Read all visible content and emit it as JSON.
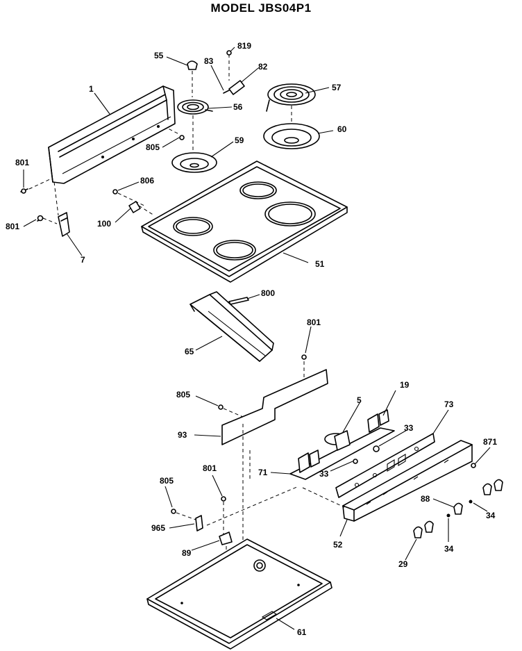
{
  "title": "MODEL JBS04P1",
  "labels": {
    "l1": "1",
    "l55": "55",
    "l83": "83",
    "l819": "819",
    "l82": "82",
    "l57": "57",
    "l56": "56",
    "l60": "60",
    "l59": "59",
    "l805a": "805",
    "l801a": "801",
    "l806": "806",
    "l801b": "801",
    "l100": "100",
    "l7": "7",
    "l51": "51",
    "l800": "800",
    "l65": "65",
    "l801c": "801",
    "l805b": "805",
    "l19": "19",
    "l5": "5",
    "l73": "73",
    "l93": "93",
    "l33a": "33",
    "l33b": "33",
    "l871": "871",
    "l71": "71",
    "l805c": "805",
    "l801d": "801",
    "l88": "88",
    "l34a": "34",
    "l965": "965",
    "l89": "89",
    "l52": "52",
    "l34b": "34",
    "l29": "29",
    "l61": "61"
  }
}
